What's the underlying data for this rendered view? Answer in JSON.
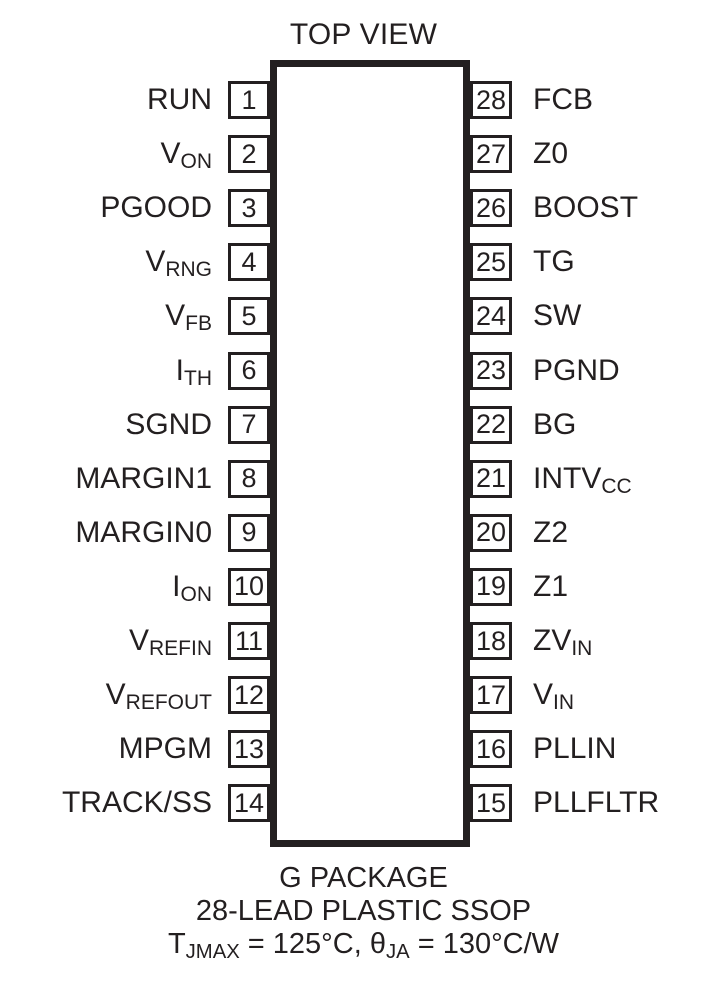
{
  "diagram": {
    "title": "TOP VIEW",
    "package_outline_color": "#231f20",
    "background_color": "#ffffff",
    "pin_count": 28,
    "left_pins": [
      {
        "number": "1",
        "label": "RUN",
        "sub": ""
      },
      {
        "number": "2",
        "label": "V",
        "sub": "ON"
      },
      {
        "number": "3",
        "label": "PGOOD",
        "sub": ""
      },
      {
        "number": "4",
        "label": "V",
        "sub": "RNG"
      },
      {
        "number": "5",
        "label": "V",
        "sub": "FB"
      },
      {
        "number": "6",
        "label": "I",
        "sub": "TH"
      },
      {
        "number": "7",
        "label": "SGND",
        "sub": ""
      },
      {
        "number": "8",
        "label": "MARGIN1",
        "sub": ""
      },
      {
        "number": "9",
        "label": "MARGIN0",
        "sub": ""
      },
      {
        "number": "10",
        "label": "I",
        "sub": "ON"
      },
      {
        "number": "11",
        "label": "V",
        "sub": "REFIN"
      },
      {
        "number": "12",
        "label": "V",
        "sub": "REFOUT"
      },
      {
        "number": "13",
        "label": "MPGM",
        "sub": ""
      },
      {
        "number": "14",
        "label": "TRACK/SS",
        "sub": ""
      }
    ],
    "right_pins": [
      {
        "number": "28",
        "label": "FCB",
        "sub": ""
      },
      {
        "number": "27",
        "label": "Z0",
        "sub": ""
      },
      {
        "number": "26",
        "label": "BOOST",
        "sub": ""
      },
      {
        "number": "25",
        "label": "TG",
        "sub": ""
      },
      {
        "number": "24",
        "label": "SW",
        "sub": ""
      },
      {
        "number": "23",
        "label": "PGND",
        "sub": ""
      },
      {
        "number": "22",
        "label": "BG",
        "sub": ""
      },
      {
        "number": "21",
        "label": "INTV",
        "sub": "CC"
      },
      {
        "number": "20",
        "label": "Z2",
        "sub": ""
      },
      {
        "number": "19",
        "label": "Z1",
        "sub": ""
      },
      {
        "number": "18",
        "label": "ZV",
        "sub": "IN"
      },
      {
        "number": "17",
        "label": "V",
        "sub": "IN"
      },
      {
        "number": "16",
        "label": "PLLIN",
        "sub": ""
      },
      {
        "number": "15",
        "label": "PLLFLTR",
        "sub": ""
      }
    ],
    "caption": {
      "line1": "G PACKAGE",
      "line2": "28-LEAD PLASTIC SSOP",
      "line3_pre": "T",
      "line3_sub1": "JMAX",
      "line3_mid": " = 125°C, θ",
      "line3_sub2": "JA",
      "line3_post": " = 130°C/W"
    }
  }
}
